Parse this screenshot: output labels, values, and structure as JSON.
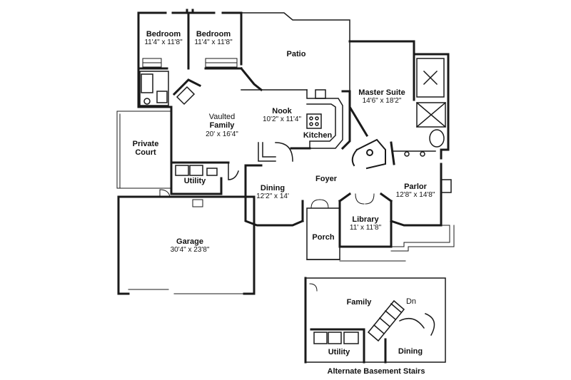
{
  "plan": {
    "rooms": [
      {
        "key": "bedroom_left",
        "name": "Bedroom",
        "dims": "11'4\" x 11'8\""
      },
      {
        "key": "bedroom_right",
        "name": "Bedroom",
        "dims": "11'4\" x 11'8\""
      },
      {
        "key": "patio",
        "name": "Patio",
        "dims": ""
      },
      {
        "key": "master_suite",
        "name": "Master Suite",
        "dims": "14'6\" x 18'2\""
      },
      {
        "key": "nook",
        "name": "Nook",
        "dims": "10'2\" x 11'4\""
      },
      {
        "key": "kitchen",
        "name": "Kitchen",
        "dims": ""
      },
      {
        "key": "vaulted_family",
        "name": "Vaulted",
        "name2": "Family",
        "dims": "20' x 16'4\""
      },
      {
        "key": "private_court",
        "name": "Private",
        "name2": "Court",
        "dims": ""
      },
      {
        "key": "utility",
        "name": "Utility",
        "dims": ""
      },
      {
        "key": "dining",
        "name": "Dining",
        "dims": "12'2\" x 14'"
      },
      {
        "key": "foyer",
        "name": "Foyer",
        "dims": ""
      },
      {
        "key": "parlor",
        "name": "Parlor",
        "dims": "12'8\" x 14'8\""
      },
      {
        "key": "library",
        "name": "Library",
        "dims": "11' x 11'8\""
      },
      {
        "key": "porch",
        "name": "Porch",
        "dims": ""
      },
      {
        "key": "garage",
        "name": "Garage",
        "dims": "30'4\" x 23'8\""
      }
    ],
    "inset": {
      "caption": "Alternate Basement Stairs",
      "rooms": [
        {
          "key": "inset_family",
          "name": "Family"
        },
        {
          "key": "inset_dn",
          "name": "Dn"
        },
        {
          "key": "inset_utility",
          "name": "Utility"
        },
        {
          "key": "inset_dining",
          "name": "Dining"
        }
      ]
    },
    "colors": {
      "line": "#1a1a1a",
      "fill": "#ffffff"
    }
  }
}
